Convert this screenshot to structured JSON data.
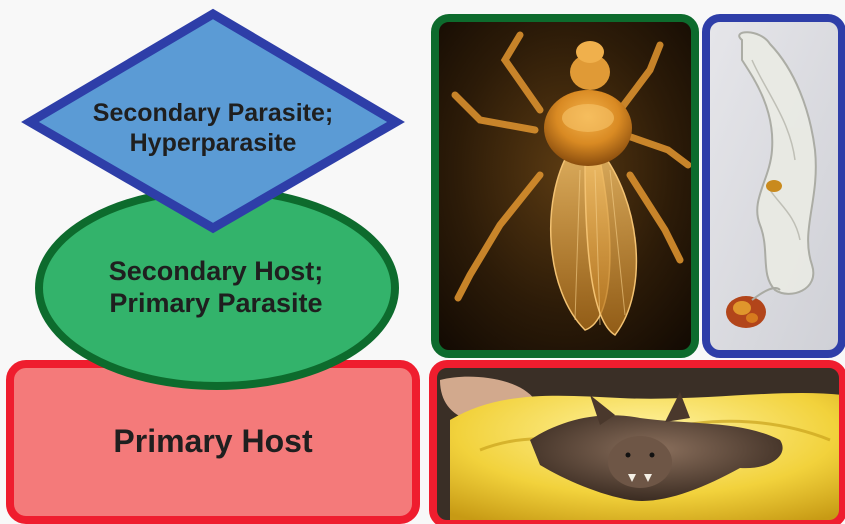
{
  "diagram": {
    "levels": [
      {
        "id": "secondary-parasite",
        "shape": "diamond",
        "lines": [
          "Secondary Parasite;",
          "Hyperparasite"
        ],
        "fill": "#5b9bd5",
        "border": "#2e3ea8"
      },
      {
        "id": "secondary-host",
        "shape": "ellipse",
        "lines": [
          "Secondary Host;",
          "Primary Parasite"
        ],
        "fill": "#33b36b",
        "border": "#0d6b2d"
      },
      {
        "id": "primary-host",
        "shape": "rectangle",
        "lines": [
          "Primary Host"
        ],
        "fill": "#f47a7a",
        "border": "#ef1d2e"
      }
    ]
  },
  "photos": [
    {
      "id": "fly-photo",
      "subject": "bat fly",
      "border": "#0d6b2d"
    },
    {
      "id": "fungus-photo",
      "subject": "fungus",
      "border": "#2e3ea8"
    },
    {
      "id": "bat-photo",
      "subject": "bat in gloved hand",
      "border": "#ef1d2e"
    }
  ]
}
